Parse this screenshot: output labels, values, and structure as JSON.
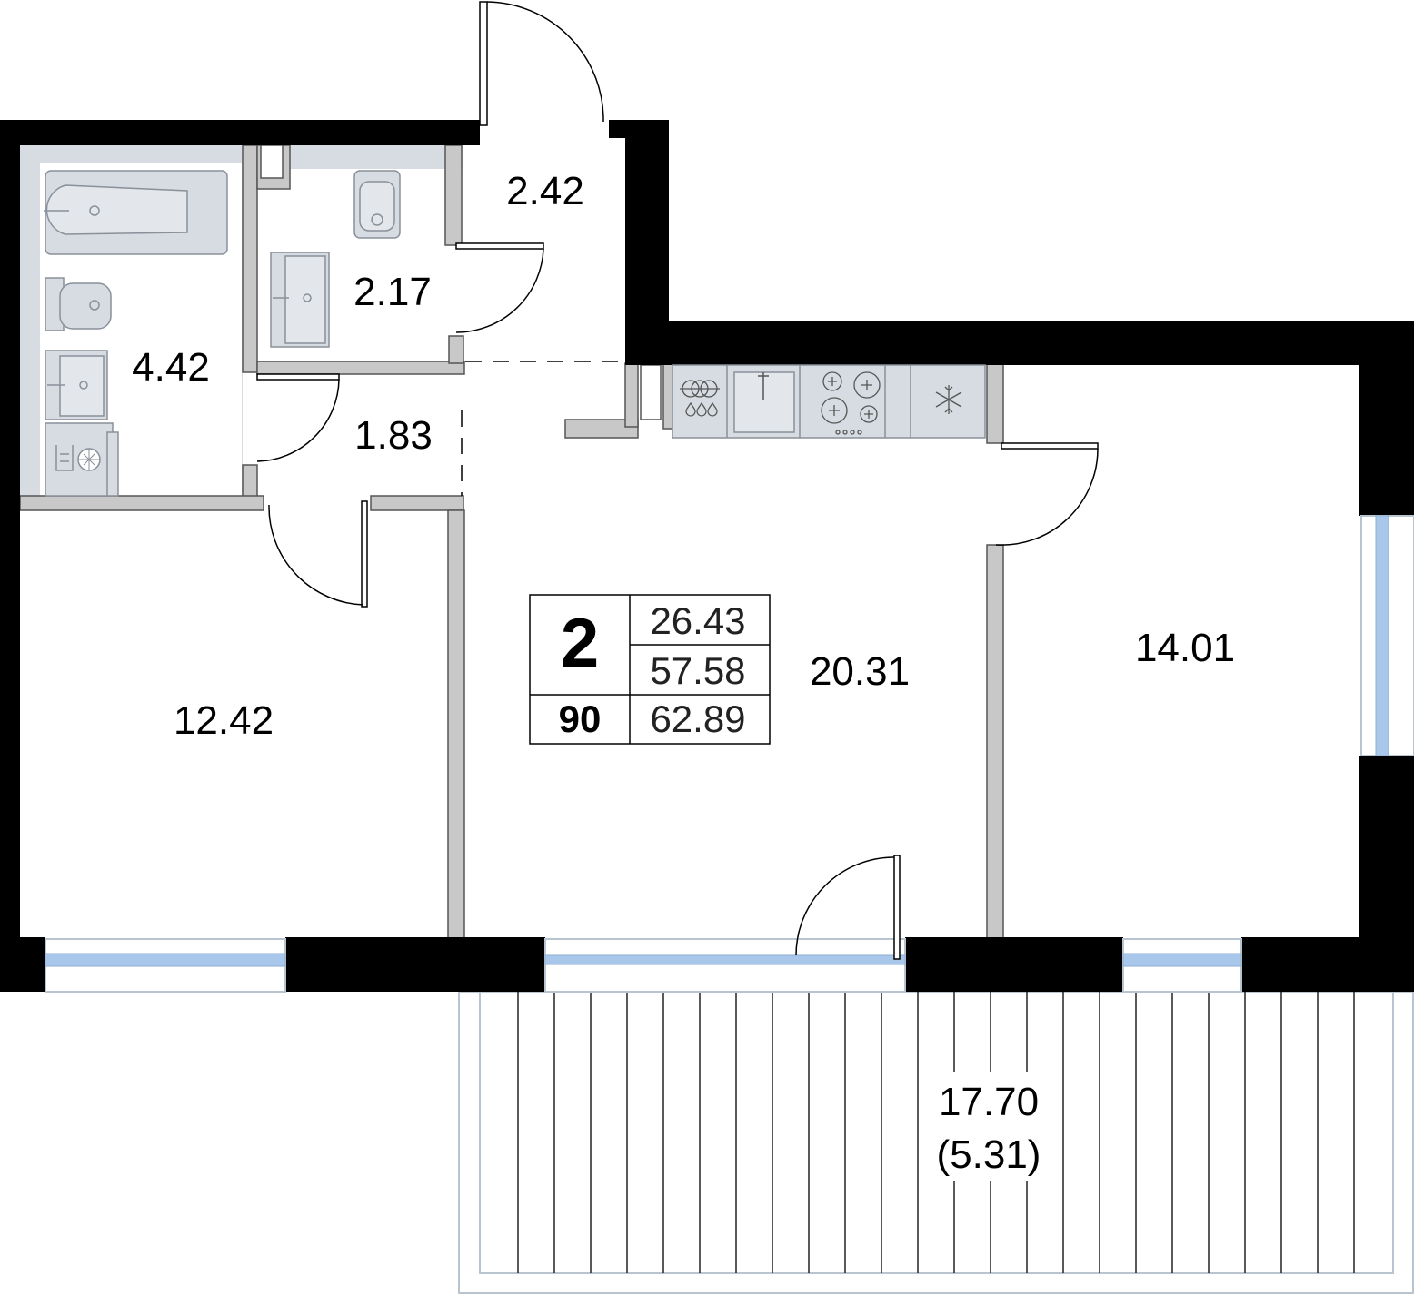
{
  "rooms": {
    "vestibule": "2.42",
    "toilet": "2.17",
    "bathroom": "4.42",
    "hall": "1.83",
    "bedroom_left": "12.42",
    "living_kitchen": "20.31",
    "bedroom_right": "14.01",
    "balcony_area": "17.70",
    "balcony_reduced": "(5.31)"
  },
  "info_table": {
    "rooms_count": "2",
    "living_area": "26.43",
    "total_area_no_balcony": "57.58",
    "apartment_number": "90",
    "total_area": "62.89"
  },
  "colors": {
    "wall": "#000000",
    "partition": "#c8c8c8",
    "fixture_fill": "#d7dce2",
    "fixture_stroke": "#8a9099",
    "window_glass": "#a9c7ea",
    "balcony_line": "#b8c4d0"
  },
  "icons": [
    "bathtub-icon",
    "toilet-icon",
    "sink-icon",
    "washing-machine-icon",
    "stove-icon",
    "fridge-icon",
    "dishwasher-icon"
  ]
}
